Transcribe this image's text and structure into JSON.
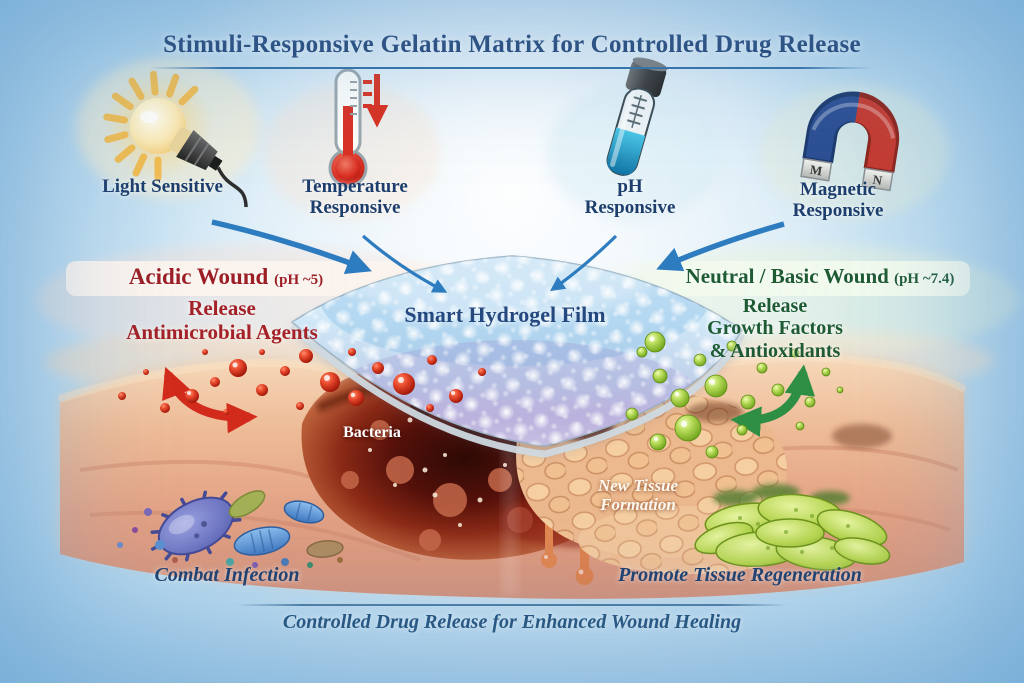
{
  "title": "Stimuli-Responsive Gelatin Matrix for Controlled Drug Release",
  "stimuli": {
    "light": {
      "label": "Light Sensitive"
    },
    "temperature": {
      "line1": "Temperature",
      "line2": "Responsive"
    },
    "ph": {
      "line1": "pH",
      "line2": "Responsive"
    },
    "magnetic": {
      "line1": "Magnetic",
      "line2": "Responsive",
      "pole_left": "M",
      "pole_right": "N"
    }
  },
  "acidic": {
    "heading": "Acidic Wound",
    "ph": "(pH ~5)",
    "release_line1": "Release",
    "release_line2": "Antimicrobial Agents",
    "bacteria_label": "Bacteria",
    "outcome": "Combat Infection"
  },
  "neutral": {
    "heading": "Neutral / Basic Wound",
    "ph": "(pH ~7.4)",
    "release_line1": "Release",
    "release_line2": "Growth Factors",
    "release_line3": "& Antioxidants",
    "tissue_line1": "New Tissue",
    "tissue_line2": "Formation",
    "outcome": "Promote Tissue Regeneration"
  },
  "film_label": "Smart Hydrogel Film",
  "footer": "Controlled Drug Release for Enhanced Wound Healing",
  "colors": {
    "title_navy": "#1e3f72",
    "acidic_red": "#9c1f26",
    "neutral_green": "#1e5b34",
    "stimulus_arrow_blue": "#2e7cc0",
    "release_arrow_red": "#d22b1c",
    "release_arrow_green": "#2e8f44",
    "film_blue": "#cfe7f7",
    "wound_dark_red": "#54100a",
    "tissue_tan": "#eebb97",
    "background_center": "#eef7fc",
    "background_edge": "#8fc0e2"
  }
}
